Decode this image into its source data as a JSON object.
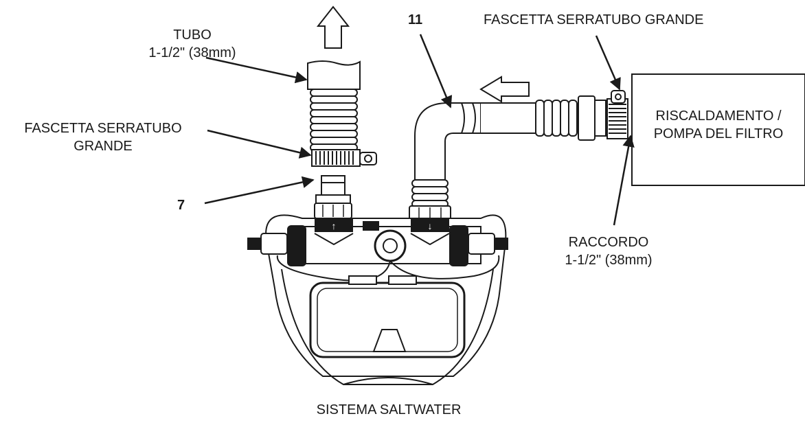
{
  "labels": {
    "hose_title": "TUBO",
    "hose_size": "1-1/2\" (38mm)",
    "clamp_left_line1": "FASCETTA SERRATUBO",
    "clamp_left_line2": "GRANDE",
    "part_7": "7",
    "part_11": "11",
    "clamp_right": "FASCETTA SERRATUBO GRANDE",
    "heater_line1": "RISCALDAMENTO /",
    "heater_line2": "POMPA DEL FILTRO",
    "fitting_title": "RACCORDO",
    "fitting_size": "1-1/2\" (38mm)",
    "system_caption": "SISTEMA SALTWATER"
  }
}
